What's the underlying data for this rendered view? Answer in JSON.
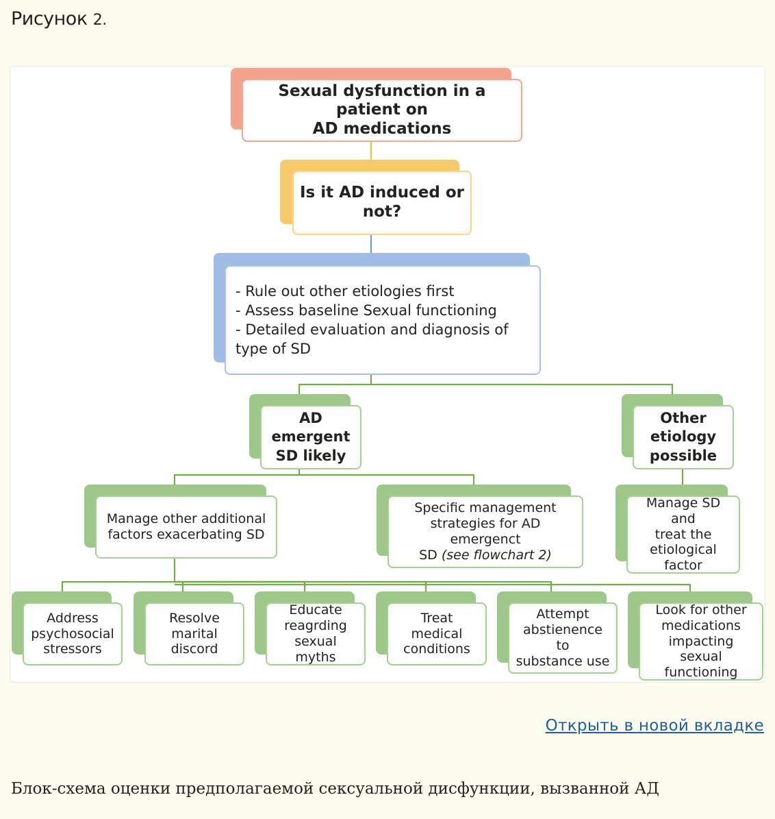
{
  "figure": {
    "title_word": "Рисунок",
    "title_number": "2."
  },
  "colors": {
    "salmon_back": "#f4a48a",
    "salmon_border": "#f0a98c",
    "yellow_back": "#f8c96a",
    "yellow_border": "#f7d783",
    "blue_back": "#9fbde6",
    "blue_border": "#a9c3e8",
    "green_back": "#9dc88a",
    "green_border": "#a8cf92",
    "connector_green": "#70ad47",
    "connector_yellow": "#f0c02e",
    "connector_blue": "#5b9bd5"
  },
  "diagram": {
    "start": {
      "line1": "Sexual dysfunction in a patient on",
      "line2": "AD medications"
    },
    "question": {
      "line1": "Is it AD induced or",
      "line2": "not?"
    },
    "evaluation": {
      "items": [
        "- Rule out other etiologies first",
        "- Assess baseline Sexual functioning",
        "- Detailed evaluation and diagnosis of",
        "type of SD"
      ]
    },
    "ad_emergent": {
      "line1": "AD",
      "line2": "emergent",
      "line3": "SD likely"
    },
    "other_etiology": {
      "line1": "Other",
      "line2": "etiology",
      "line3": "possible"
    },
    "manage_factors": {
      "line1": "Manage other additional",
      "line2": "factors exacerbating SD"
    },
    "specific_strategies": {
      "line1": "Specific management",
      "line2": "strategies for AD emergenct",
      "line3": "SD ",
      "line3_italic": "(see flowchart 2)"
    },
    "manage_sd": {
      "line1": "Manage SD and",
      "line2": "treat the",
      "line3": "etiological",
      "line4": "factor"
    },
    "leaves": [
      {
        "lines": [
          "Address",
          "psychosocial",
          "stressors"
        ]
      },
      {
        "lines": [
          "Resolve",
          "marital",
          "discord"
        ]
      },
      {
        "lines": [
          "Educate",
          "reagrding",
          "sexual myths"
        ]
      },
      {
        "lines": [
          "Treat medical",
          "conditions"
        ]
      },
      {
        "lines": [
          "Attempt",
          "abstienence to",
          "substance use"
        ]
      },
      {
        "lines": [
          "Look for other",
          "medications",
          "impacting sexual",
          "functioning"
        ]
      }
    ]
  },
  "link": {
    "label": "Открыть в новой вкладке"
  },
  "caption": {
    "text": "Блок-схема оценки предполагаемой сексуальной дисфункции, вызванной АД"
  }
}
